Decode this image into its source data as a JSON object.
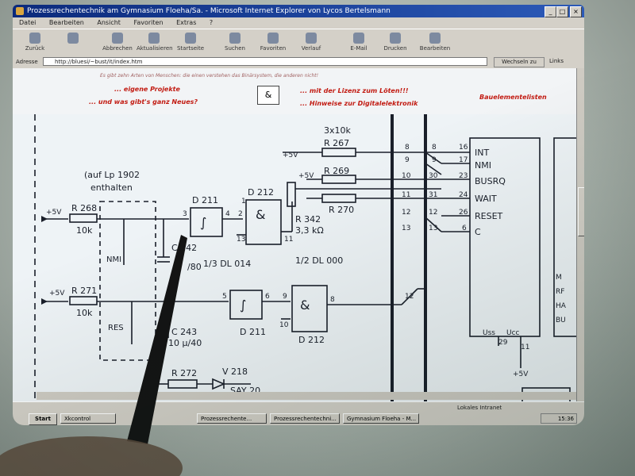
{
  "window": {
    "title": "Prozessrechentechnik am Gymnasium Floeha/Sa. - Microsoft Internet Explorer von Lycos Bertelsmann",
    "buttons": [
      "_",
      "□",
      "×"
    ]
  },
  "menu": [
    "Datei",
    "Bearbeiten",
    "Ansicht",
    "Favoriten",
    "Extras",
    "?"
  ],
  "toolbar": [
    {
      "label": "Zurück",
      "icon": "back-arrow-icon"
    },
    {
      "label": "",
      "icon": "forward-arrow-icon"
    },
    {
      "label": "Abbrechen",
      "icon": "stop-icon"
    },
    {
      "label": "Aktualisieren",
      "icon": "refresh-icon"
    },
    {
      "label": "Startseite",
      "icon": "home-icon"
    },
    {
      "label": "Suchen",
      "icon": "search-icon"
    },
    {
      "label": "Favoriten",
      "icon": "favorites-icon"
    },
    {
      "label": "Verlauf",
      "icon": "history-icon"
    },
    {
      "label": "E-Mail",
      "icon": "mail-icon"
    },
    {
      "label": "Drucken",
      "icon": "print-icon"
    },
    {
      "label": "Bearbeiten",
      "icon": "edit-icon"
    }
  ],
  "address": {
    "label": "Adresse",
    "value": "http://bluesi/~bust/it/index.htm",
    "go": "Wechseln zu",
    "links": "Links"
  },
  "nav": {
    "intro": "Es gibt zehn Arten von Menschen: die einen verstehen das Binärsystem, die anderen nicht!",
    "left1": "... eigene Projekte",
    "left2": "... und was gibt's ganz Neues?",
    "right1": "... mit der Lizenz zum Löten!!!",
    "right2": "... Hinweise zur Digitalelektronik",
    "right3": "Bauelementelisten",
    "amp": "&"
  },
  "schematic": {
    "note_line1": "(auf Lp 1902",
    "note_line2": "enthalten",
    "resistor_array": "3x10k",
    "supply": "+5V",
    "r268": "R 268",
    "r268_val": "10k",
    "r271": "R 271",
    "r271_val": "10k",
    "r267": "R 267",
    "r269": "R 269",
    "r270": "R 270",
    "r342": "R 342",
    "r342_val": "3,3 kΩ",
    "r272": "R 272",
    "d211a": "D 211",
    "d212a": "D 212",
    "d211b": "D 211",
    "d212b": "D 212",
    "dl014": "1/3 DL 014",
    "dl000": "1/2 DL 000",
    "nmi_sw": "NMI",
    "res_sw": "RES",
    "c242": "C 242",
    "c242_val": "/80",
    "c243": "C 243",
    "c243_val": "10 µ/40",
    "v218": "V 218",
    "say20": "SAY 20",
    "pins": {
      "p3": "3",
      "p4": "4",
      "p2": "2",
      "p13": "13",
      "p11": "11",
      "p1": "1",
      "p5": "5",
      "p6": "6",
      "p9": "9",
      "p10": "10",
      "p8": "8",
      "p12": "12",
      "p29": "29"
    },
    "bus_left": [
      "8",
      "9",
      "10",
      "11",
      "12",
      "13"
    ],
    "bus_right": [
      "8",
      "9",
      "30",
      "31",
      "12",
      "13"
    ],
    "cpu_pins": [
      "16",
      "17",
      "23",
      "24",
      "26",
      "6"
    ],
    "cpu_signals": [
      "INT",
      "NMI",
      "BUSRQ",
      "WAIT",
      "RESET",
      "C"
    ],
    "cpu_gnd_vcc": [
      "Uss",
      "Ucc"
    ],
    "cpu_side": [
      "M",
      "RF",
      "HA",
      "BU"
    ],
    "d21_box": "D21",
    "amp": "&",
    "trigger": "∫"
  },
  "status": {
    "zone": "Lokales Intranet"
  },
  "taskbar": {
    "start": "Start",
    "tasks": [
      "Xkcontrol",
      "Prozessrechente...",
      "Prozessrechentechni...",
      "Gymnasium Floeha - M..."
    ],
    "clock": "15:36"
  }
}
